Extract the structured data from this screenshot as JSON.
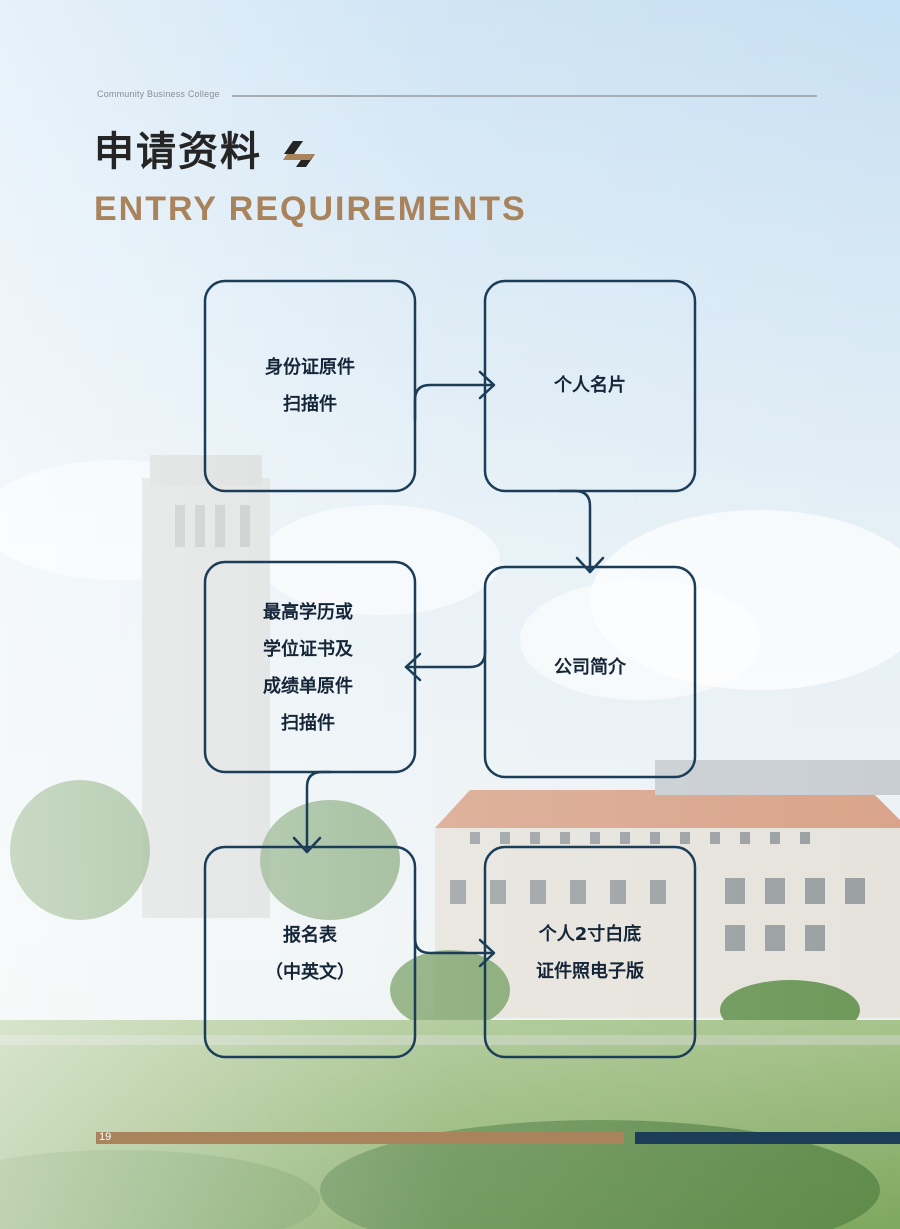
{
  "header": {
    "brand": "Community Business College"
  },
  "title": {
    "cn": "申请资料",
    "en": "ENTRY REQUIREMENTS"
  },
  "steps": [
    {
      "lines": [
        "身份证原件",
        "扫描件"
      ]
    },
    {
      "lines": [
        "个人名片"
      ]
    },
    {
      "lines": [
        "公司简介"
      ]
    },
    {
      "lines": [
        "最高学历或",
        "学位证书及",
        "成绩单原件",
        "扫描件"
      ]
    },
    {
      "lines": [
        "报名表",
        "（中英文）"
      ]
    },
    {
      "lines": [
        "个人2寸白底",
        "证件照电子版"
      ]
    }
  ],
  "footer": {
    "page_number": "19"
  },
  "colors": {
    "accent": "#a8835c",
    "navy": "#1b3d58",
    "title": "#252525"
  }
}
